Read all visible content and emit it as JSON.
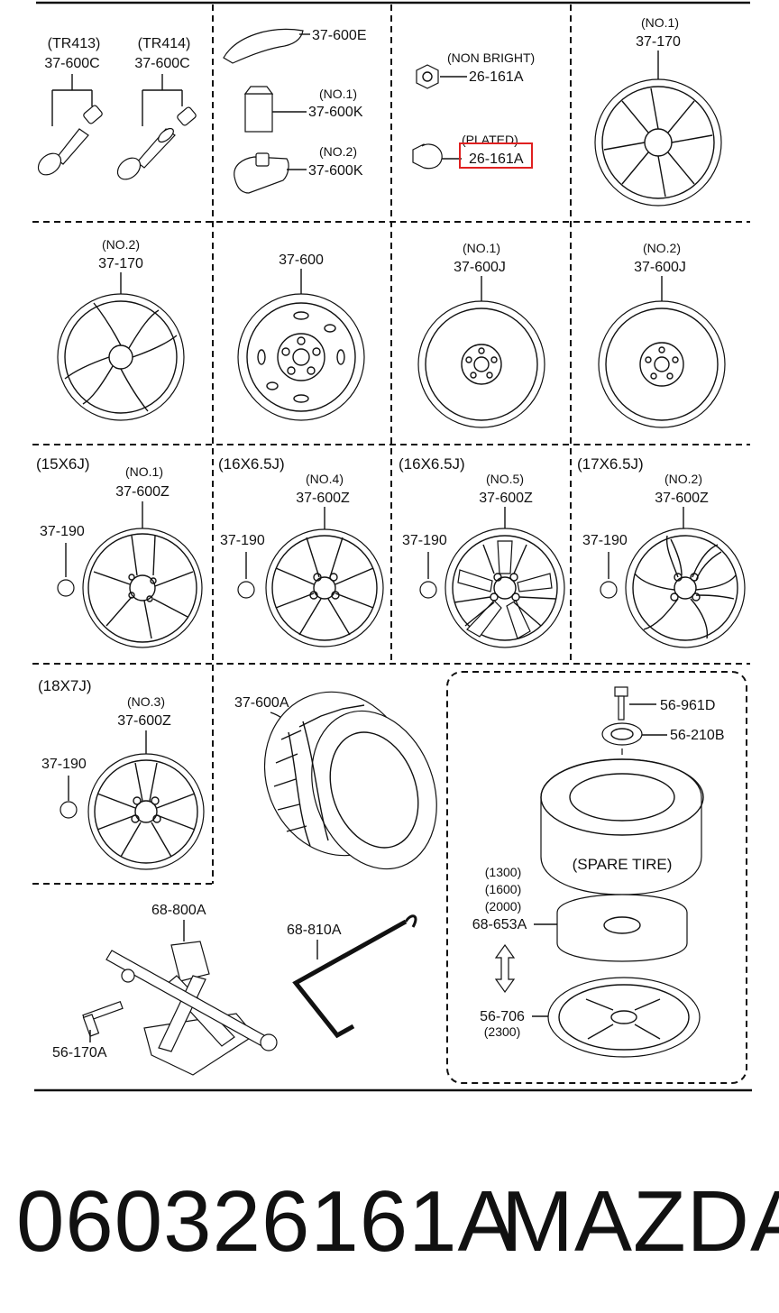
{
  "cells": [
    {
      "id": "valves",
      "labels": [
        "(TR413)",
        "37-600C",
        "(TR414)",
        "37-600C"
      ]
    },
    {
      "id": "weights",
      "labels": [
        "37-600E",
        "(NO.1)",
        "37-600K",
        "(NO.2)",
        "37-600K"
      ]
    },
    {
      "id": "nuts",
      "labels": [
        "(NON BRIGHT)",
        "26-161A",
        "(PLATED)",
        "26-161A"
      ]
    },
    {
      "id": "cover1",
      "labels": [
        "(NO.1)",
        "37-170"
      ]
    },
    {
      "id": "cover2",
      "labels": [
        "(NO.2)",
        "37-170"
      ]
    },
    {
      "id": "steel",
      "labels": [
        "37-600"
      ]
    },
    {
      "id": "steelj1",
      "labels": [
        "(NO.1)",
        "37-600J"
      ]
    },
    {
      "id": "steelj2",
      "labels": [
        "(NO.2)",
        "37-600J"
      ]
    },
    {
      "id": "alloy1",
      "labels": [
        "(15X6J)",
        "(NO.1)",
        "37-600Z",
        "37-190"
      ]
    },
    {
      "id": "alloy4",
      "labels": [
        "(16X6.5J)",
        "(NO.4)",
        "37-600Z",
        "37-190"
      ]
    },
    {
      "id": "alloy5",
      "labels": [
        "(16X6.5J)",
        "(NO.5)",
        "37-600Z",
        "37-190"
      ]
    },
    {
      "id": "alloy2",
      "labels": [
        "(17X6.5J)",
        "(NO.2)",
        "37-600Z",
        "37-190"
      ]
    },
    {
      "id": "alloy3",
      "labels": [
        "(18X7J)",
        "(NO.3)",
        "37-600Z",
        "37-190"
      ]
    },
    {
      "id": "tire",
      "labels": [
        "37-600A"
      ]
    },
    {
      "id": "spare",
      "labels": [
        "56-961D",
        "56-210B",
        "(SPARE TIRE)",
        "(1300)",
        "(1600)",
        "(2000)",
        "68-653A",
        "56-706",
        "(2300)"
      ]
    },
    {
      "id": "jack",
      "labels": [
        "68-800A",
        "56-170A",
        "68-810A"
      ]
    }
  ],
  "highlight": {
    "label": "26-161A",
    "color": "#e02020"
  },
  "footer": {
    "part_number": "060326161A",
    "brand": "MAZDA"
  }
}
